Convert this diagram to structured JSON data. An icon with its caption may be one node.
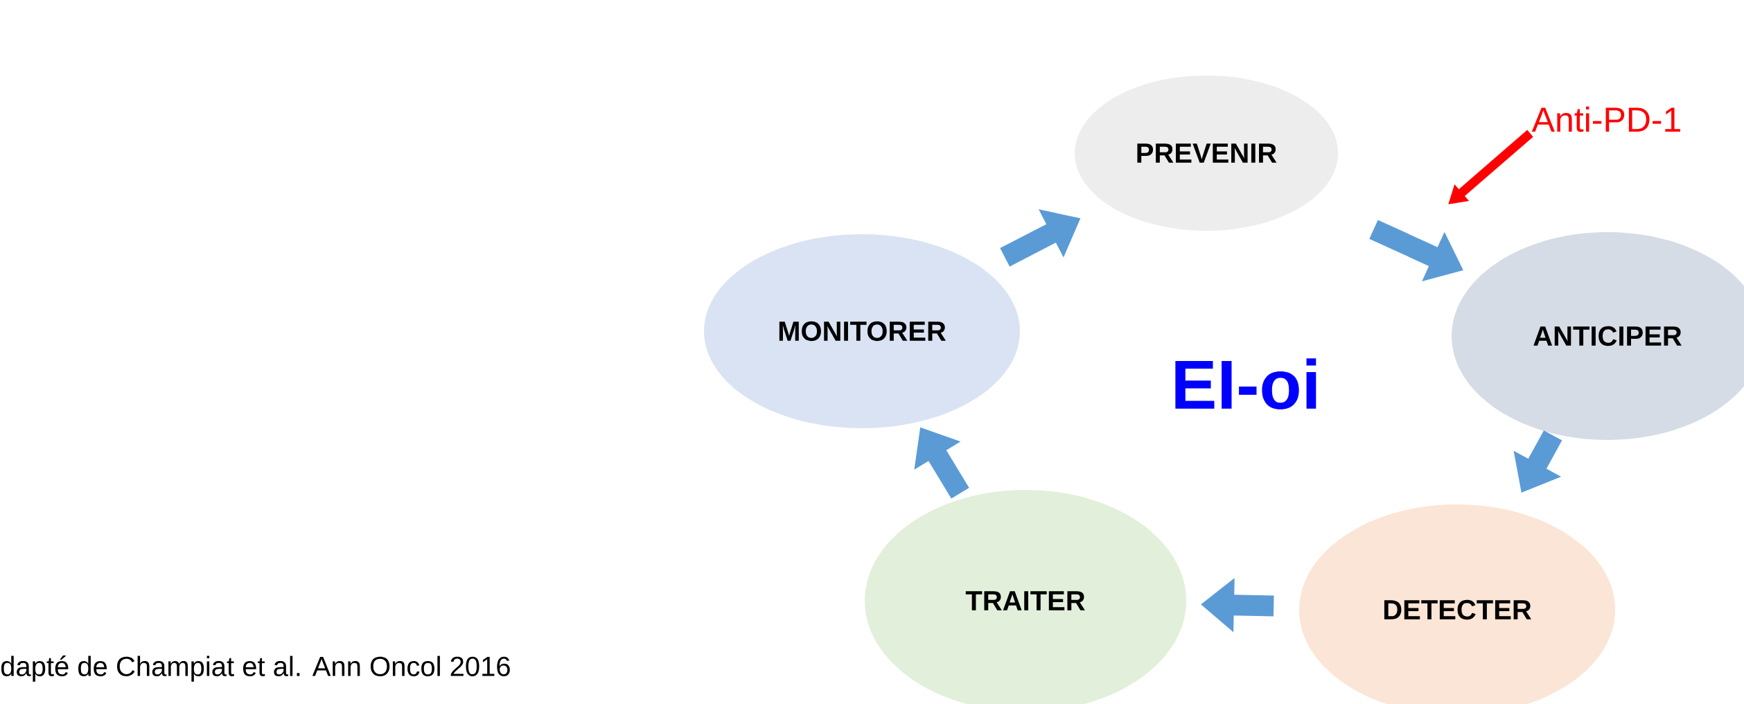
{
  "diagram": {
    "nodes": [
      {
        "text": [
          "PREVENIR"
        ]
      },
      {
        "text": [
          "ANTICIPER"
        ]
      },
      {
        "text": [
          "DETECTER"
        ]
      },
      {
        "text": [
          "TRAITER"
        ]
      },
      {
        "text": [
          "MONITORER"
        ]
      },
      {
        "text": [
          "Anti-PD-1"
        ]
      }
    ],
    "edges": [
      {
        "from": 0,
        "to": 1,
        "arrow": "to"
      },
      {
        "from": 1,
        "to": 2,
        "arrow": "to"
      },
      {
        "from": 2,
        "to": 3,
        "arrow": "to"
      },
      {
        "from": 3,
        "to": 4,
        "arrow": "to"
      },
      {
        "from": 4,
        "to": 0,
        "arrow": "to"
      },
      {
        "from": 5,
        "to": null,
        "arrow": "to",
        "color": "#ff0000"
      }
    ],
    "labels": [
      "EI-oi",
      "dapté de Champiat et al. Ann Oncol 2016"
    ]
  }
}
